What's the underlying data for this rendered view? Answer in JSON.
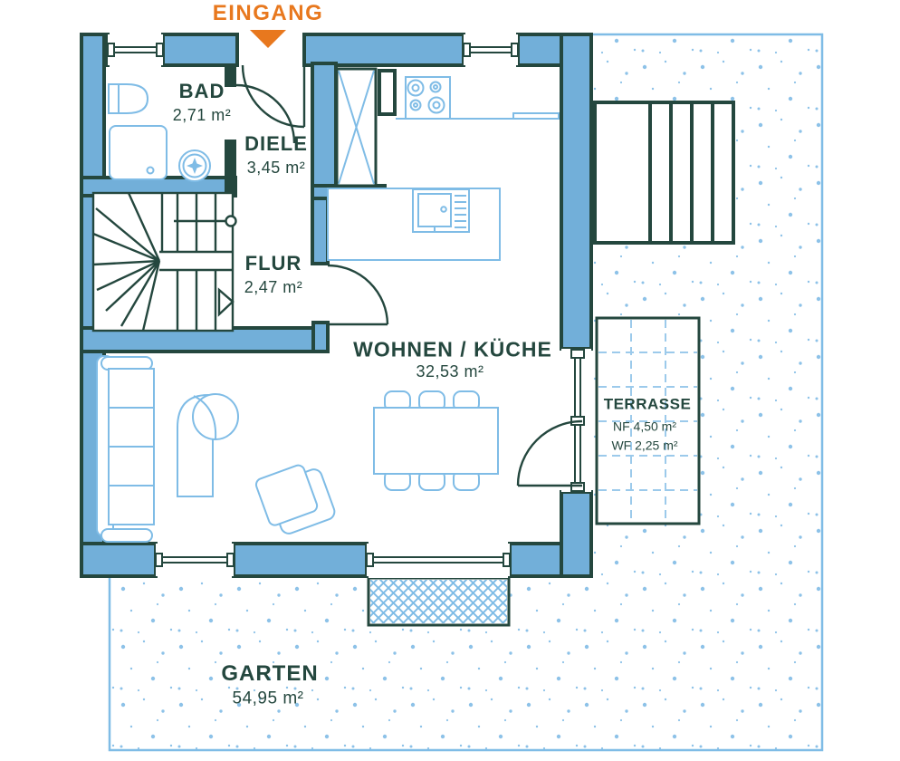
{
  "plan": {
    "entrance": {
      "label": "EINGANG"
    },
    "rooms": {
      "bad": {
        "name": "BAD",
        "area": "2,71 m²"
      },
      "diele": {
        "name": "DIELE",
        "area": "3,45 m²"
      },
      "flur": {
        "name": "FLUR",
        "area": "2,47 m²"
      },
      "wohnen": {
        "name": "WOHNEN / KÜCHE",
        "area": "32,53 m²"
      },
      "terrasse": {
        "name": "TERRASSE",
        "area_nf": "NF 4,50 m²",
        "area_wf": "WF 2,25 m²"
      },
      "garten": {
        "name": "GARTEN",
        "area": "54,95 m²"
      }
    },
    "colors": {
      "accent_orange": "#E8781E",
      "wall_dark": "#24473E",
      "wall_fill": "#72AFD9",
      "furniture_line": "#7FBCE6",
      "tile_line": "#9CCAEB"
    }
  }
}
